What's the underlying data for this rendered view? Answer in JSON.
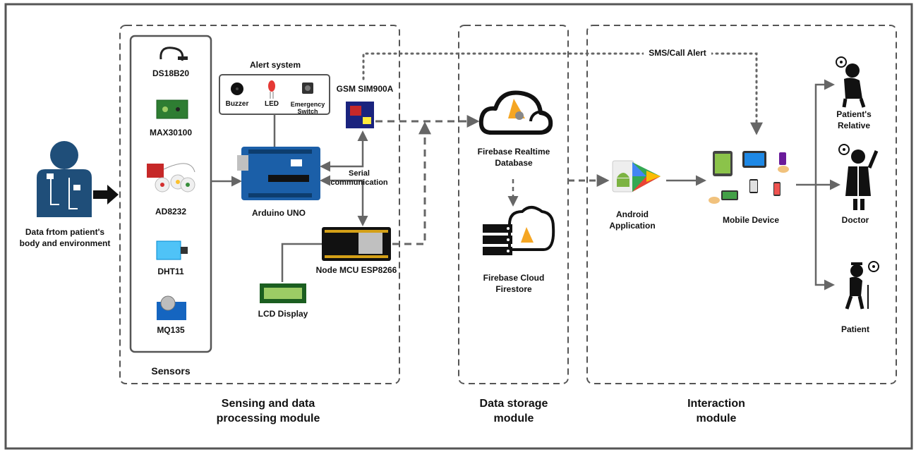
{
  "patient_source": {
    "line1": "Data frtom patient's",
    "line2": "body and environment"
  },
  "sensors": {
    "title": "Sensors",
    "items": [
      "DS18B20",
      "MAX30100",
      "AD8232",
      "DHT11",
      "MQ135"
    ]
  },
  "alert_system": {
    "title": "Alert system",
    "buzzer": "Buzzer",
    "led": "LED",
    "switch_line1": "Emergency",
    "switch_line2": "Switch"
  },
  "arduino": "Arduino UNO",
  "gsm": "GSM SIM900A",
  "serial": {
    "line1": "Serial",
    "line2": "communication"
  },
  "nodemcu": "Node MCU ESP8266",
  "lcd": "LCD Display",
  "realtime_db": {
    "line1": "Firebase Realtime",
    "line2": "Database"
  },
  "firestore": {
    "line1": "Firebase Cloud",
    "line2": "Firestore"
  },
  "sms_alert": "SMS/Call Alert",
  "android_app": {
    "line1": "Android",
    "line2": "Application"
  },
  "mobile_device": "Mobile Device",
  "recipients": {
    "relative_line1": "Patient's",
    "relative_line2": "Relative",
    "doctor": "Doctor",
    "patient": "Patient"
  },
  "modules": {
    "sensing_line1": "Sensing and data",
    "sensing_line2": "processing module",
    "storage_line1": "Data storage",
    "storage_line2": "module",
    "interaction_line1": "Interaction",
    "interaction_line2": "module"
  },
  "colors": {
    "frame": "#555555",
    "dashed_border": "#555555",
    "arrow": "#666666",
    "person": "#1f4e79",
    "firebase_orange": "#f5a623",
    "arduino_blue": "#1b5fa8"
  }
}
